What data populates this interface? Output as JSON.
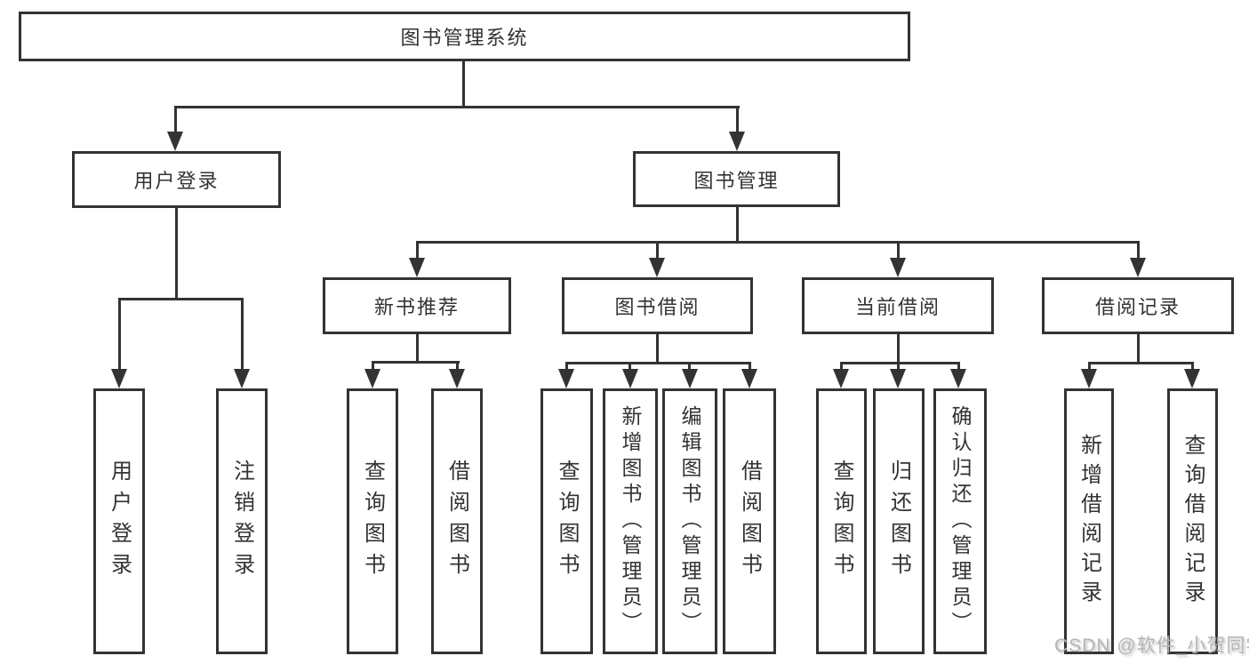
{
  "diagram": {
    "root": {
      "label": "图书管理系统"
    },
    "level2": [
      {
        "label": "用户登录",
        "parent": "图书管理系统"
      },
      {
        "label": "图书管理",
        "parent": "图书管理系统"
      }
    ],
    "level3": [
      {
        "label": "新书推荐",
        "parent": "图书管理"
      },
      {
        "label": "图书借阅",
        "parent": "图书管理"
      },
      {
        "label": "当前借阅",
        "parent": "图书管理"
      },
      {
        "label": "借阅记录",
        "parent": "图书管理"
      }
    ],
    "leaves": [
      {
        "label": "用户登录",
        "parent": "用户登录"
      },
      {
        "label": "注销登录",
        "parent": "用户登录"
      },
      {
        "label": "查询图书",
        "parent": "新书推荐"
      },
      {
        "label": "借阅图书",
        "parent": "新书推荐"
      },
      {
        "label": "查询图书",
        "parent": "图书借阅"
      },
      {
        "label": "新增图书（管理员）",
        "parent": "图书借阅"
      },
      {
        "label": "编辑图书（管理员）",
        "parent": "图书借阅"
      },
      {
        "label": "借阅图书",
        "parent": "图书借阅"
      },
      {
        "label": "查询图书",
        "parent": "当前借阅"
      },
      {
        "label": "归还图书",
        "parent": "当前借阅"
      },
      {
        "label": "确认归还（管理员）",
        "parent": "当前借阅"
      },
      {
        "label": "新增借阅记录",
        "parent": "借阅记录"
      },
      {
        "label": "查询借阅记录",
        "parent": "借阅记录"
      }
    ],
    "colors": {
      "line": "#333333",
      "text": "#333333",
      "box_background": "#ffffff",
      "page_background": "#ffffff",
      "watermark": "#b5b5b5"
    }
  },
  "watermark": {
    "text": "CSDN @软件_小贺同学"
  }
}
